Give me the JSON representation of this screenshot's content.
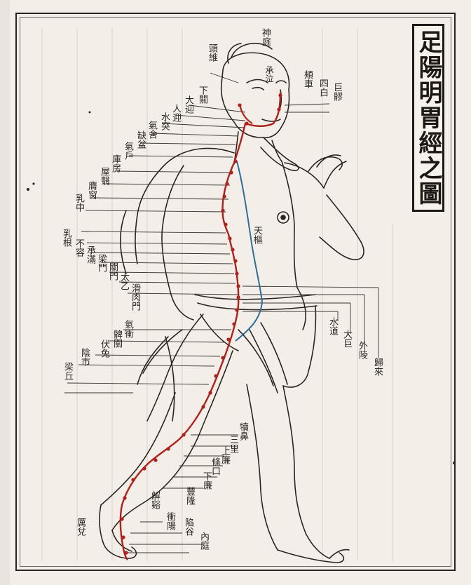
{
  "title": "足陽明胃經之圖",
  "points": {
    "toujin": "頭維",
    "shenting": "神庭",
    "chengqi": "承泣",
    "juliao": "巨髎",
    "sibai": "四白",
    "jiache_r": "頰車",
    "xiaguan": "下關",
    "daying": "大迎",
    "renying": "人迎",
    "shuitu": "水突",
    "qishe": "氣舍",
    "quepen": "缺盆",
    "qihu": "氣戶",
    "kufang": "庫房",
    "wuyi": "屋翳",
    "yingchuang": "膺窗",
    "ruzhong": "乳中",
    "rugen": "乳根",
    "burong": "不容",
    "chengman": "承滿",
    "liangmen": "梁門",
    "guanmen": "關門",
    "taiyi": "太乙",
    "huaroumen": "滑肉門",
    "tianshu": "天樞",
    "wailing": "外陵",
    "daju": "大巨",
    "shuidao": "水道",
    "guilai": "歸來",
    "qichong": "氣衝",
    "biguan": "髀關",
    "futu": "伏兔",
    "yinshi": "陰市",
    "liangqiu": "梁丘",
    "dubi": "犢鼻",
    "sanli": "三里",
    "shanglian": "上廉",
    "tiaokou": "條口",
    "xialian": "下廉",
    "fenglong": "豐隆",
    "jiexi": "解谿",
    "chongyang": "衝陽",
    "xiangu": "陷谷",
    "neiting": "內庭",
    "lidui": "厲兌",
    "shuijin": "水道"
  }
}
